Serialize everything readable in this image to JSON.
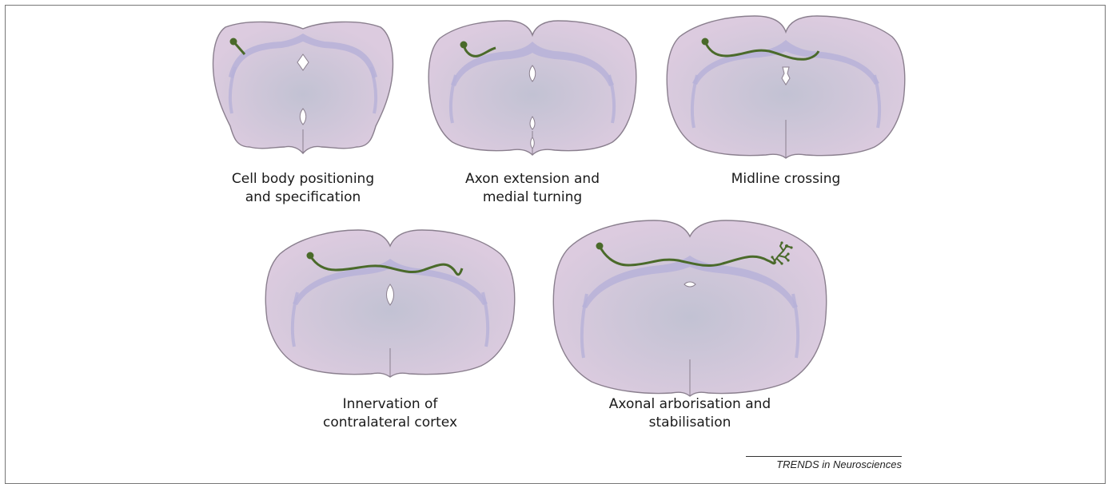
{
  "figure": {
    "stages": [
      {
        "caption_lines": [
          "Cell body positioning",
          "and specification"
        ]
      },
      {
        "caption_lines": [
          "Axon extension and",
          "medial turning"
        ]
      },
      {
        "caption_lines": [
          "Midline crossing"
        ]
      },
      {
        "caption_lines": [
          "Innervation of",
          "contralateral cortex"
        ]
      },
      {
        "caption_lines": [
          "Axonal arborisation and",
          "stabilisation"
        ]
      }
    ],
    "credit": "TRENDS in Neurosciences",
    "colors": {
      "brain_fill": "#dccbdf",
      "brain_center": "#c2c2d3",
      "brain_outline": "#8a7f8e",
      "callosum": "#b7b1d8",
      "axon": "#4a6a2a",
      "cell_body": "#4a6a2a"
    }
  }
}
